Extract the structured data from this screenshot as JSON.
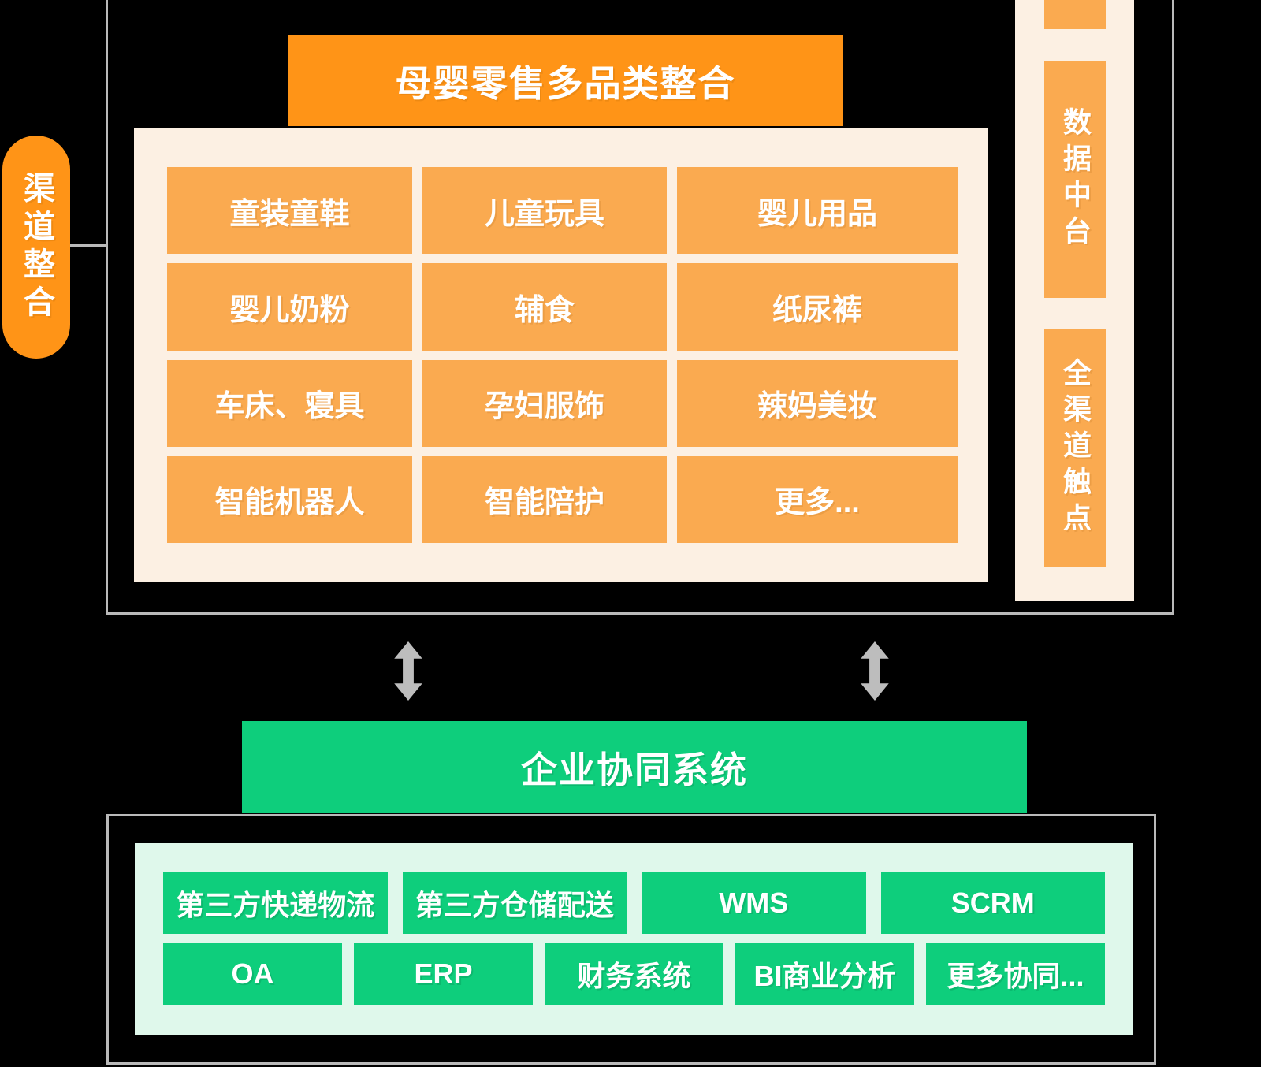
{
  "channel_label": "渠道整合",
  "top_section": {
    "header": "母婴零售多品类整合",
    "categories": [
      "童装童鞋",
      "儿童玩具",
      "婴儿用品",
      "婴儿奶粉",
      "辅食",
      "纸尿裤",
      "车床、寝具",
      "孕妇服饰",
      "辣妈美妆",
      "智能机器人",
      "智能陪护",
      "更多..."
    ],
    "side_labels": [
      "数据中台",
      "全渠道触点"
    ]
  },
  "bottom_section": {
    "header": "企业协同系统",
    "row1": [
      "第三方快递物流",
      "第三方仓储配送",
      "WMS",
      "SCRM"
    ],
    "row2": [
      "OA",
      "ERP",
      "财务系统",
      "BI商业分析",
      "更多协同..."
    ]
  },
  "colors": {
    "orange_vivid": "#FF9417",
    "orange_light": "#FAAA50",
    "cream": "#FCF0E3",
    "green": "#0ECE7C",
    "green_light": "#DFF8EB",
    "border_gray": "#B9B9B9",
    "arrow_gray": "#BDBDBD"
  }
}
